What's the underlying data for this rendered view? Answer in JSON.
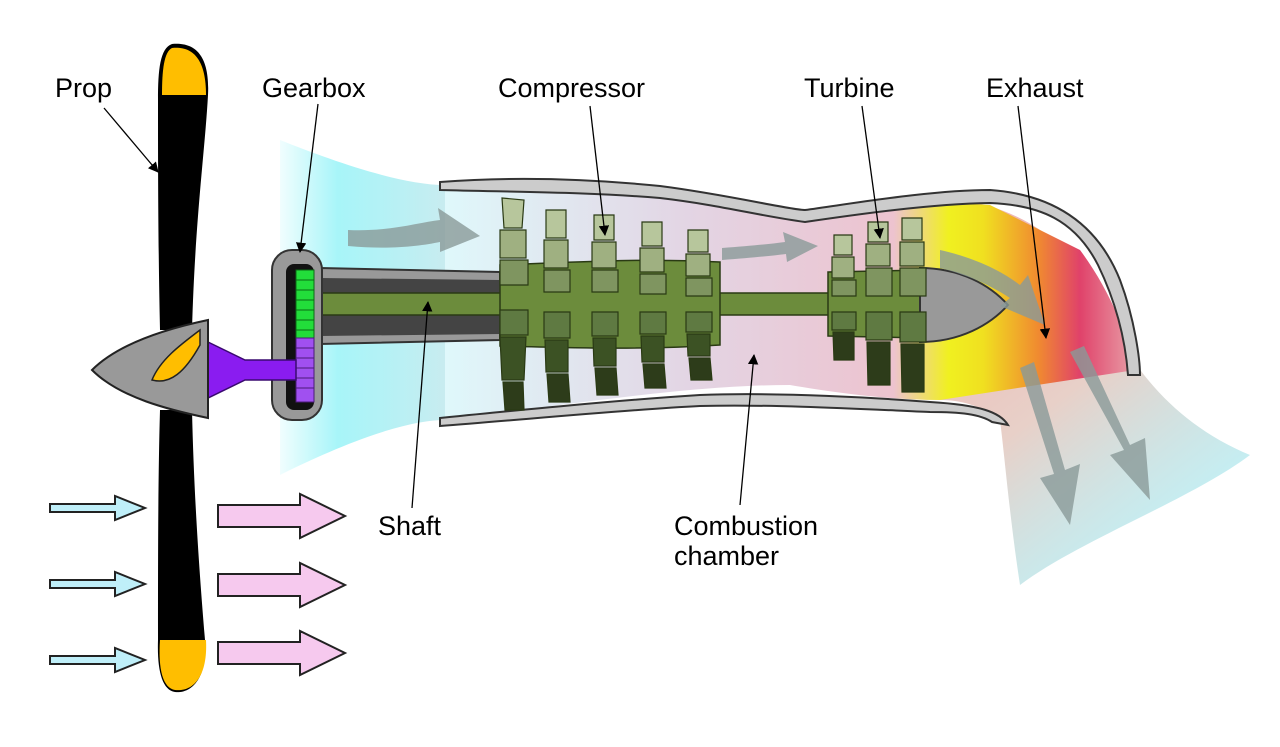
{
  "labels": {
    "prop": "Prop",
    "gearbox": "Gearbox",
    "compressor": "Compressor",
    "turbine": "Turbine",
    "exhaust": "Exhaust",
    "shaft": "Shaft",
    "combustion_line1": "Combustion",
    "combustion_line2": "chamber"
  },
  "colors": {
    "intake_air": "#9ef4f8",
    "hot_gas": "#e0426a",
    "flame": "#f0f020",
    "compressor_blade": "#a7b88c",
    "shaft": "#6c8c3c",
    "prop_blade": "#000000",
    "prop_tip": "#ffbe00",
    "spinner": "#999999",
    "gear_green": "#22dd3a",
    "gear_purple": "#a050f0",
    "drive_link": "#8a1cf0",
    "casing": "#cccccc",
    "inlet_arrow": "#bfeff9",
    "outlet_arrow": "#f6c9ee",
    "flow_arrow": "#8a9a98"
  }
}
